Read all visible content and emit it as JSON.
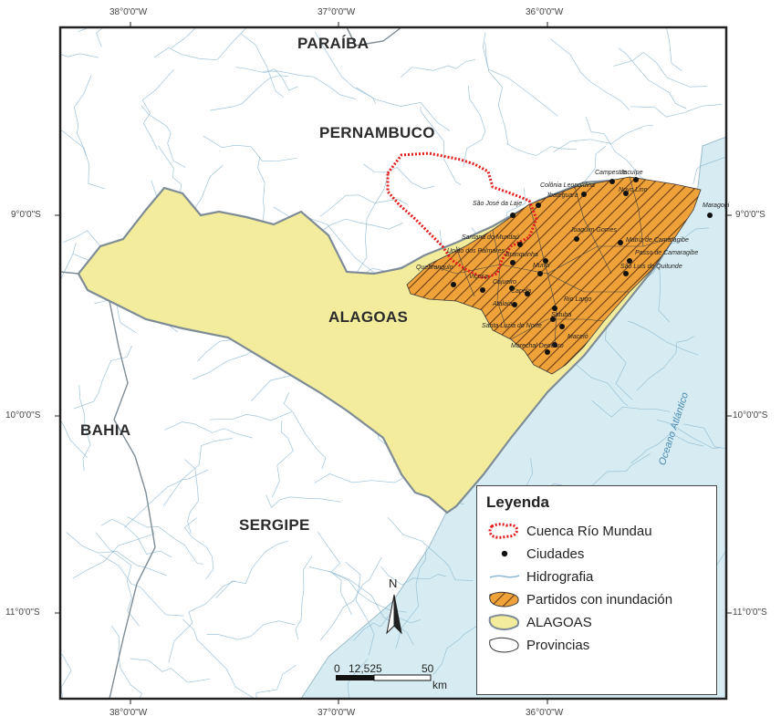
{
  "coords": {
    "top": [
      "38°0'0\"W",
      "37°0'0\"W",
      "36°0'0\"W"
    ],
    "bottom": [
      "38°0'0\"W",
      "37°0'0\"W",
      "36°0'0\"W"
    ],
    "left": [
      "9°0'0\"S",
      "10°0'0\"S",
      "11°0'0\"S"
    ],
    "right": [
      "9°0'0\"S",
      "10°0'0\"S",
      "11°0'0\"S"
    ]
  },
  "states": {
    "paraiba": "PARAÍBA",
    "pernambuco": "PERNAMBUCO",
    "alagoas": "ALAGOAS",
    "bahia": "BAHIA",
    "sergipe": "SERGIPE"
  },
  "ocean": "Oceano Atlántico",
  "cities": [
    {
      "name": "Campestre",
      "id": "campestre"
    },
    {
      "name": "Jacuípe",
      "id": "jacuipe"
    },
    {
      "name": "Colônia Leopoldina",
      "id": "colonia-leopoldina"
    },
    {
      "name": "Ibateguara",
      "id": "ibateguara"
    },
    {
      "name": "Novo Lino",
      "id": "novo-lino"
    },
    {
      "name": "São José da Laje",
      "id": "sao-jose-da-laje"
    },
    {
      "name": "Maragogi",
      "id": "maragogi"
    },
    {
      "name": "Joaquim Gomes",
      "id": "joaquim-gomes"
    },
    {
      "name": "Santana do Mundaú",
      "id": "santana-do-mundau"
    },
    {
      "name": "Matriz de Camaragibe",
      "id": "matriz-de-camaragibe"
    },
    {
      "name": "Passo de Camaragibe",
      "id": "passo-de-camaragibe"
    },
    {
      "name": "União dos Palmares",
      "id": "uniao-dos-palmares"
    },
    {
      "name": "Branquinha",
      "id": "branquinha"
    },
    {
      "name": "Murici",
      "id": "murici"
    },
    {
      "name": "São Luís do Quitunde",
      "id": "sao-luis-do-quitunde"
    },
    {
      "name": "Quebrangulo",
      "id": "quebrangulo"
    },
    {
      "name": "Viçosa",
      "id": "vicosa"
    },
    {
      "name": "Cajueiro",
      "id": "cajueiro"
    },
    {
      "name": "Capela",
      "id": "capela"
    },
    {
      "name": "Atalaia",
      "id": "atalaia"
    },
    {
      "name": "Rio Largo",
      "id": "rio-largo"
    },
    {
      "name": "Satuba",
      "id": "satuba"
    },
    {
      "name": "Santa Luzia do Norte",
      "id": "santa-luzia-do-norte"
    },
    {
      "name": "Maceió",
      "id": "maceio"
    },
    {
      "name": "Marechal Deodoro",
      "id": "marechal-deodoro"
    }
  ],
  "legend": {
    "title": "Leyenda",
    "items": [
      {
        "label": "Cuenca Río Mundau",
        "icon": "dotted-red-outline"
      },
      {
        "label": "Ciudades",
        "icon": "black-dot"
      },
      {
        "label": "Hidrografia",
        "icon": "blue-line"
      },
      {
        "label": "Partidos con inundación",
        "icon": "orange-hatched"
      },
      {
        "label": "ALAGOAS",
        "icon": "yellow-fill"
      },
      {
        "label": "Provincias",
        "icon": "white-outline"
      }
    ]
  },
  "north": "N",
  "scale": {
    "labels": [
      "0",
      "12,525",
      "50"
    ],
    "unit": "km"
  },
  "colors": {
    "ocean": "#d6ecf2",
    "alagoas": "#f3ec9c",
    "flood": "#f0a23a",
    "flood_hatch": "#6b3d12",
    "river": "#8fb9d1",
    "basin": "#e11d1d",
    "border": "#7e8c96"
  }
}
